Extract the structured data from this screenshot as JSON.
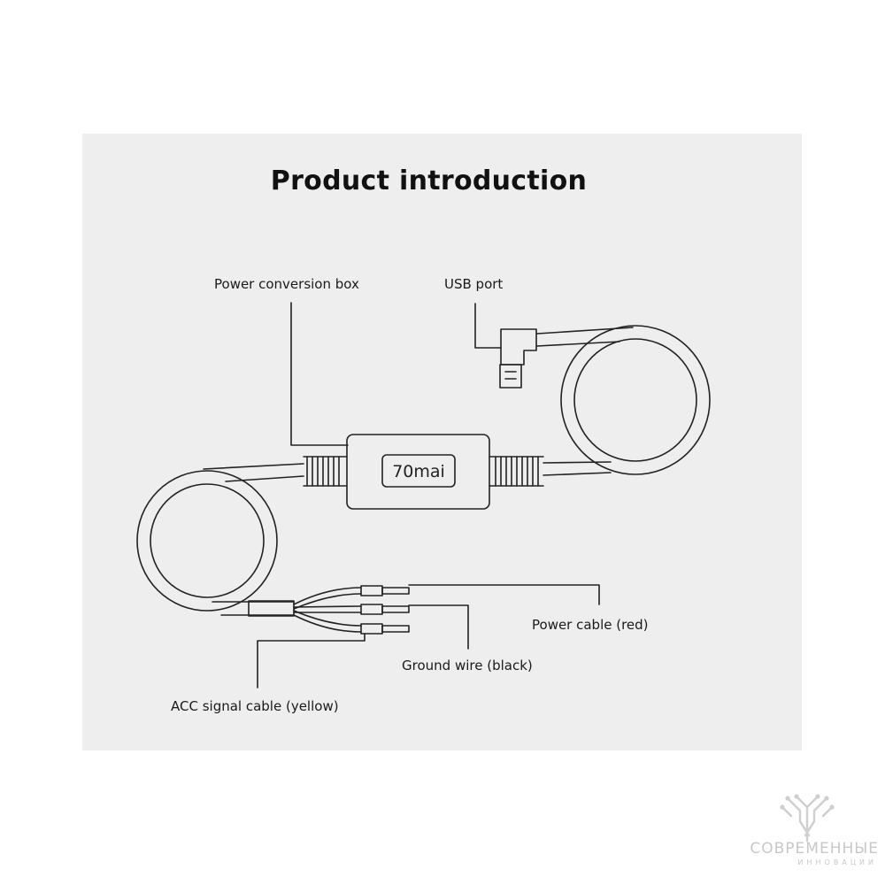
{
  "title": "Product introduction",
  "labels": {
    "power_box": "Power conversion box",
    "usb_port": "USB port",
    "power_cable": "Power cable (red)",
    "ground_wire": "Ground wire (black)",
    "acc_cable": "ACC signal cable (yellow)"
  },
  "brand": "70mai",
  "watermark": {
    "line1": "СОВРЕМЕННЫЕ",
    "line2": "ИННОВАЦИИ"
  },
  "colors": {
    "panel_bg": "#eeeeee",
    "line": "#222222",
    "watermark": "#c8c8c8"
  }
}
